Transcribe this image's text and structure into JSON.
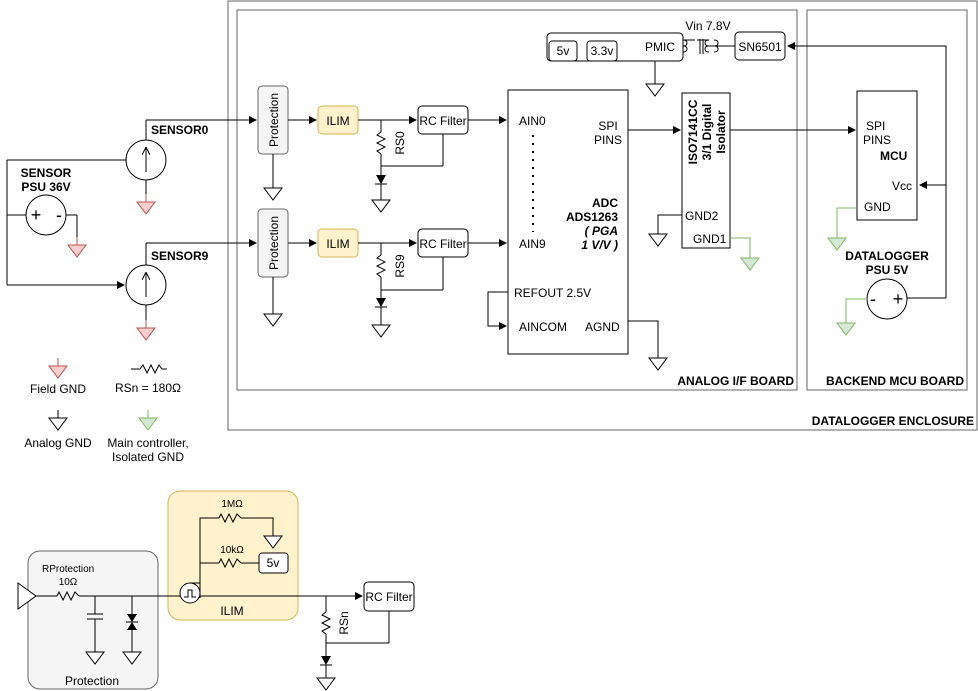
{
  "enclosure": {
    "label": "DATALOGGER ENCLOSURE"
  },
  "analog_board": {
    "label": "ANALOG I/F BOARD"
  },
  "backend_board": {
    "label": "BACKEND MCU BOARD"
  },
  "sensor_psu": {
    "line1": "SENSOR",
    "line2": "PSU 36V"
  },
  "sensors": [
    {
      "name": "SENSOR0",
      "protection": "Protection",
      "ilim": "ILIM",
      "rc_filter": "RC Filter",
      "rs": "RS0"
    },
    {
      "name": "SENSOR9",
      "protection": "Protection",
      "ilim": "ILIM",
      "rc_filter": "RC Filter",
      "rs": "RS9"
    }
  ],
  "adc": {
    "ain0": "AIN0",
    "ain9": "AIN9",
    "spi1": "SPI",
    "spi2": "PINS",
    "title1": "ADC",
    "title2": "ADS1263",
    "pga1": "( PGA",
    "pga2": "1 V/V )",
    "refout": "REFOUT 2.5V",
    "aincom": "AINCOM",
    "agnd": "AGND"
  },
  "isolator": {
    "line1": "ISO7141CC",
    "line2": "3/1 Digital",
    "line3": "Isolator",
    "gnd2": "GND2",
    "gnd1": "GND1"
  },
  "power": {
    "v5": "5v",
    "v33": "3.3v",
    "pmic": "PMIC",
    "vin": "Vin 7.8V",
    "sn6501": "SN6501"
  },
  "mcu": {
    "spi1": "SPI",
    "spi2": "PINS",
    "name": "MCU",
    "vcc": "Vcc",
    "gnd": "GND"
  },
  "datalogger_psu": {
    "line1": "DATALOGGER",
    "line2": "PSU 5V"
  },
  "legend": {
    "field_gnd": "Field GND",
    "rsn": "RSn = 180Ω",
    "analog_gnd": "Analog GND",
    "main_gnd1": "Main controller,",
    "main_gnd2": "Isolated GND"
  },
  "detail": {
    "rprot_label": "RProtection",
    "rprot_value": "10Ω",
    "protection_label": "Protection",
    "r1m": "1MΩ",
    "r10k": "10kΩ",
    "v5": "5v",
    "ilim_label": "ILIM",
    "rc_filter": "RC Filter",
    "rsn": "RSn"
  },
  "colors": {
    "field_gnd": "#f8cecc",
    "main_gnd": "#d5e8d4",
    "ilim_fill": "#fff2cc",
    "ilim_stroke": "#d6b656",
    "protection_fill": "#f5f5f5"
  }
}
